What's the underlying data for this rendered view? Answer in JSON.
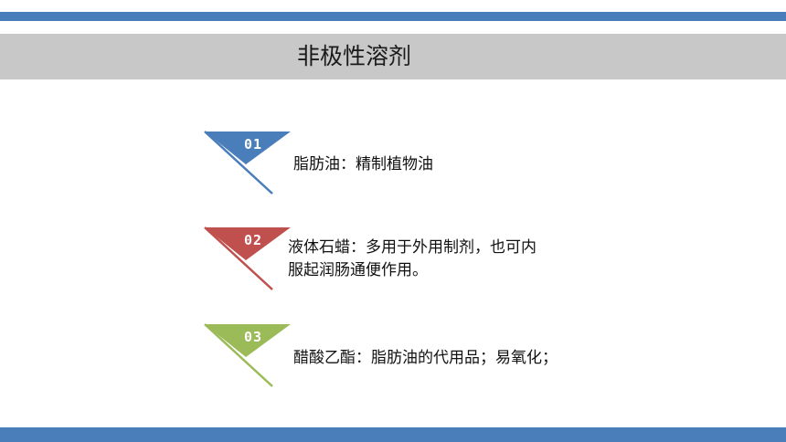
{
  "slide": {
    "title": "非极性溶剂",
    "colors": {
      "band": "#4a7ebb",
      "title_bar": "#c8c8c8",
      "item_1": "#4a7ebb",
      "item_2": "#c0504d",
      "item_3": "#9bbb59"
    },
    "items": [
      {
        "number": "01",
        "lines": [
          "脂肪油：精制植物油"
        ]
      },
      {
        "number": "02",
        "lines": [
          "液体石蜡：多用于外用制剂，也可内",
          "服起润肠通便作用。"
        ]
      },
      {
        "number": "03",
        "lines": [
          "醋酸乙酯：脂肪油的代用品；易氧化；"
        ]
      }
    ]
  }
}
